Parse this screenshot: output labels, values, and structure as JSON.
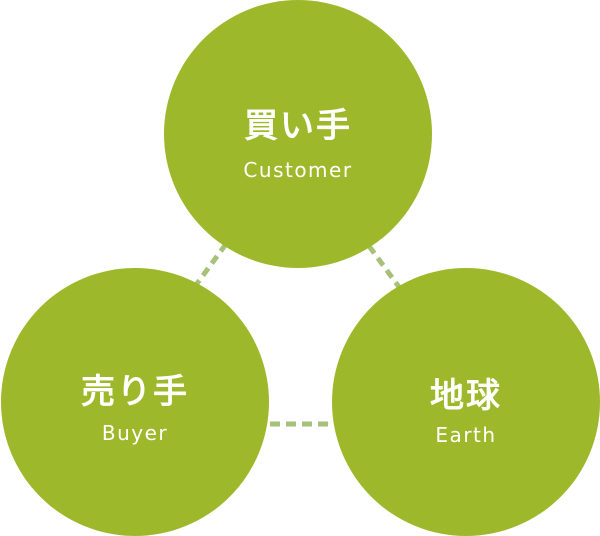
{
  "colors": {
    "circle": "#9db92b",
    "connector": "#a7c07a",
    "text": "#ffffff"
  },
  "nodes": [
    {
      "label_jp": "買い手",
      "label_en": "Customer"
    },
    {
      "label_jp": "売り手",
      "label_en": "Buyer"
    },
    {
      "label_jp": "地球",
      "label_en": "Earth"
    }
  ]
}
